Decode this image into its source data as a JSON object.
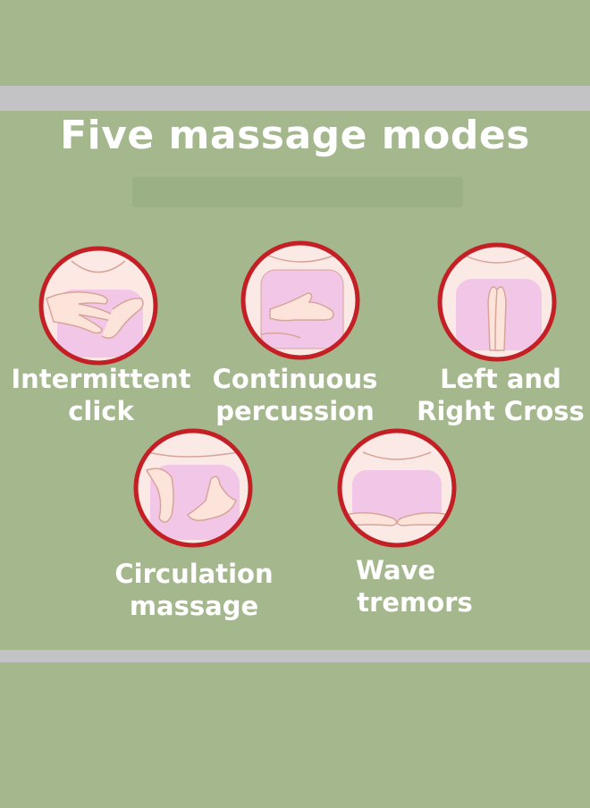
{
  "title": "Five massage modes",
  "colors": {
    "background": "#a4b78d",
    "band": "#c3c3c5",
    "circle_border": "#c41f25",
    "pad": "#f2c6e6",
    "skin": "#fbe9e5"
  },
  "modes": [
    {
      "line1": "Intermittent",
      "line2": "click",
      "icon": "intermittent-click-icon"
    },
    {
      "line1": "Continuous",
      "line2": "percussion",
      "icon": "continuous-percussion-icon"
    },
    {
      "line1": "Left and",
      "line2": "Right Cross",
      "icon": "left-right-cross-icon"
    },
    {
      "line1": "Circulation",
      "line2": "massage",
      "icon": "circulation-massage-icon"
    },
    {
      "line1": "Wave",
      "line2": "tremors",
      "icon": "wave-tremors-icon"
    }
  ]
}
